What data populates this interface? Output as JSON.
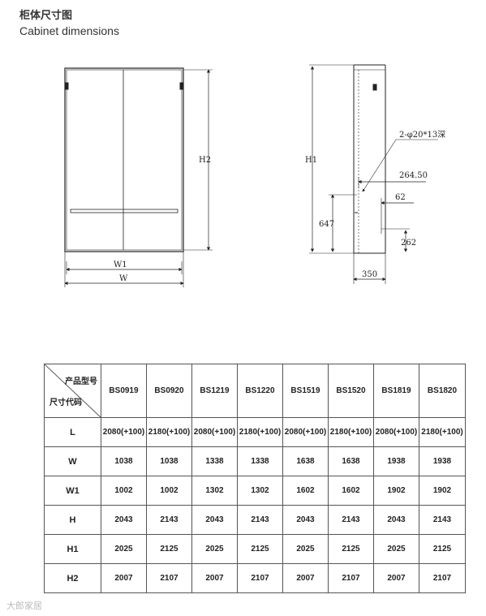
{
  "header": {
    "title_cn": "柜体尺寸图",
    "title_en": "Cabinet dimensions"
  },
  "drawing": {
    "front": {
      "h2_label": "H2",
      "w1_label": "W1",
      "w_label": "W"
    },
    "side": {
      "h1_label": "H1",
      "hole_label": "2-φ20*13深",
      "d264_label": "264.50",
      "d62_label": "62",
      "d647_label": "647",
      "d262_label": "262",
      "d350_label": "350"
    }
  },
  "table": {
    "corner_top": "产品型号",
    "corner_bottom": "尺寸代码",
    "models": [
      "BS0919",
      "BS0920",
      "BS1219",
      "BS1220",
      "BS1519",
      "BS1520",
      "BS1819",
      "BS1820"
    ],
    "rows": [
      {
        "code": "L",
        "values": [
          "2080(+100)",
          "2180(+100)",
          "2080(+100)",
          "2180(+100)",
          "2080(+100)",
          "2180(+100)",
          "2080(+100)",
          "2180(+100)"
        ]
      },
      {
        "code": "W",
        "values": [
          "1038",
          "1038",
          "1338",
          "1338",
          "1638",
          "1638",
          "1938",
          "1938"
        ]
      },
      {
        "code": "W1",
        "values": [
          "1002",
          "1002",
          "1302",
          "1302",
          "1602",
          "1602",
          "1902",
          "1902"
        ]
      },
      {
        "code": "H",
        "values": [
          "2043",
          "2143",
          "2043",
          "2143",
          "2043",
          "2143",
          "2043",
          "2143"
        ]
      },
      {
        "code": "H1",
        "values": [
          "2025",
          "2125",
          "2025",
          "2125",
          "2025",
          "2125",
          "2025",
          "2125"
        ]
      },
      {
        "code": "H2",
        "values": [
          "2007",
          "2107",
          "2007",
          "2107",
          "2007",
          "2107",
          "2007",
          "2107"
        ]
      }
    ]
  },
  "watermark": "大郎家居"
}
